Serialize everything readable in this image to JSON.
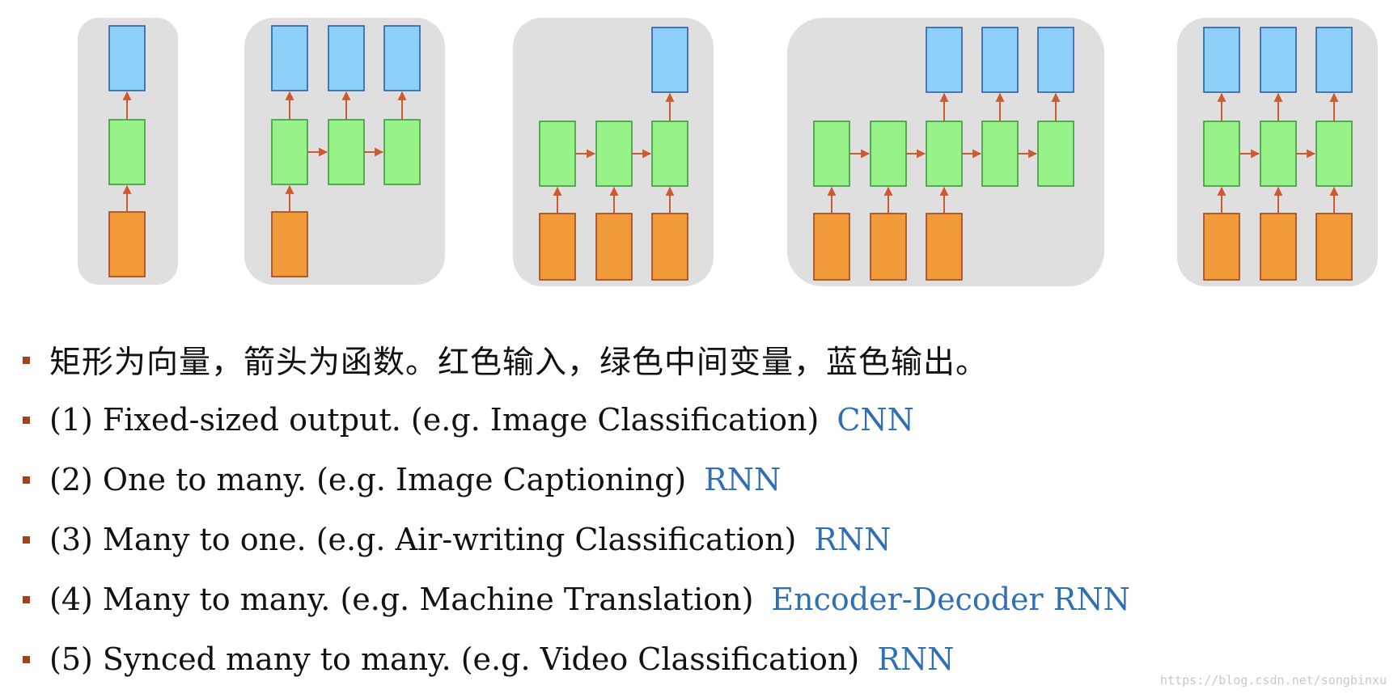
{
  "bullets": [
    {
      "text": "矩形为向量，箭头为函数。红色输入，绿色中间变量，蓝色输出。",
      "tag": ""
    },
    {
      "text": "(1) Fixed-sized output. (e.g. Image Classification)",
      "tag": "CNN"
    },
    {
      "text": "(2) One to many. (e.g. Image Captioning)",
      "tag": "RNN"
    },
    {
      "text": "(3) Many to one. (e.g. Air-writing Classification)",
      "tag": "RNN"
    },
    {
      "text": "(4) Many to many. (e.g. Machine Translation)",
      "tag": "Encoder-Decoder RNN"
    },
    {
      "text": "(5) Synced many to many. (e.g. Video Classification)",
      "tag": "RNN"
    }
  ],
  "watermark": "https://blog.csdn.net/songbinxu",
  "colors": {
    "input": "#f09a3a",
    "hidden": "#97f28a",
    "output": "#8dd0fa",
    "arrow": "#cc5a2e",
    "tag": "#2f6fb4",
    "bullet_marker": "#a2431f"
  }
}
